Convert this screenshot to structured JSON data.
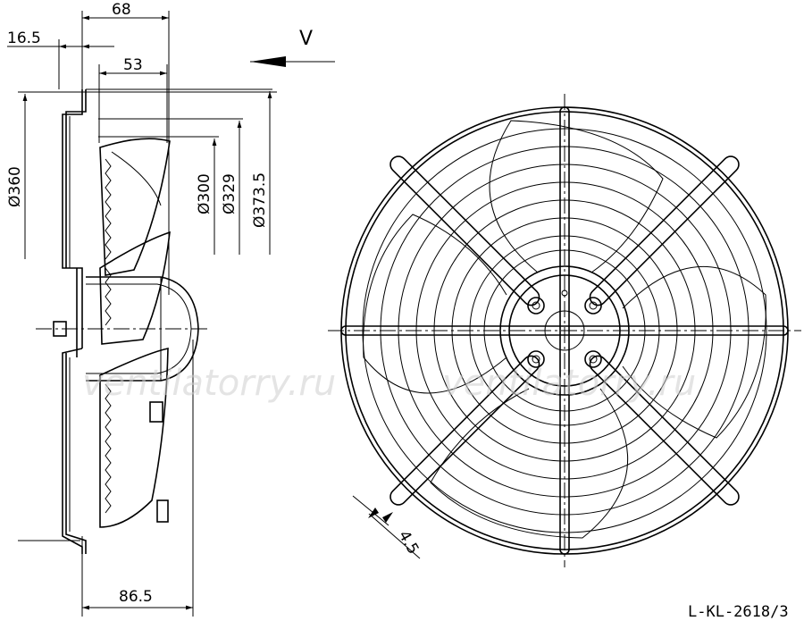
{
  "dimensions": {
    "top_68": "68",
    "top_16_5": "16.5",
    "top_53": "53",
    "bottom_86_5": "86.5",
    "dia_360": "Ø360",
    "dia_300": "Ø300",
    "dia_329": "Ø329",
    "dia_373_5": "Ø373.5",
    "guard_4_5": "4.5"
  },
  "view_arrow_label": "V",
  "drawing_code": "L-KL-2618/3",
  "watermark": "ventilatorry.ru"
}
